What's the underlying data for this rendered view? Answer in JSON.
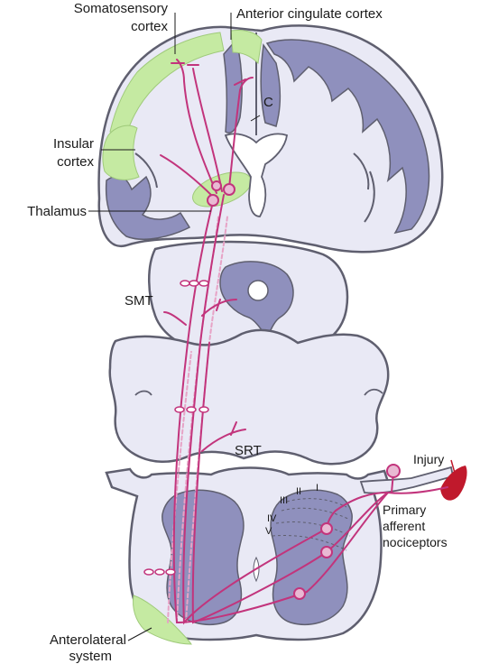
{
  "labels": {
    "somatosensory_line1": "Somatosensory",
    "somatosensory_line2": "cortex",
    "anterior_cingulate": "Anterior cingulate cortex",
    "c_marker": "C",
    "insular_line1": "Insular",
    "insular_line2": "cortex",
    "thalamus": "Thalamus",
    "smt": "SMT",
    "srt": "SRT",
    "injury": "Injury",
    "primary_line1": "Primary",
    "primary_line2": "afferent",
    "primary_line3": "nociceptors",
    "anterolateral_line1": "Anterolateral",
    "anterolateral_line2": "system"
  },
  "laminae": [
    "I",
    "II",
    "III",
    "IV",
    "V"
  ],
  "colors": {
    "tissue_fill": "#e9e9f5",
    "tissue_outline": "#5f5f6f",
    "gray_matter": "#8f90bd",
    "gray_matter_dark": "#6d6ea6",
    "highlight_green": "#c5eaa2",
    "pathway": "#c2347c",
    "pathway_light": "#e7a3c6",
    "injury": "#c0192c"
  }
}
